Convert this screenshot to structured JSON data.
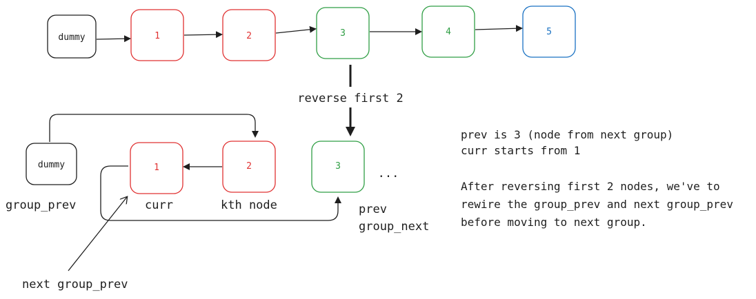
{
  "top_row": {
    "dummy": "dummy",
    "n1": "1",
    "n2": "2",
    "n3": "3",
    "n4": "4",
    "n5": "5"
  },
  "step_label": "reverse first 2",
  "bottom_row": {
    "dummy": "dummy",
    "n1": "1",
    "n2": "2",
    "n3": "3",
    "ellipsis": "..."
  },
  "labels": {
    "group_prev": "group_prev",
    "curr": "curr",
    "kth_node": "kth node",
    "prev": "prev",
    "group_next": "group_next",
    "next_group_prev": "next group_prev"
  },
  "notes": {
    "line1": "prev is 3 (node from next group)",
    "line2": "curr starts from 1",
    "line3": "After reversing first 2 nodes, we've to",
    "line4": "rewire the group_prev and next group_prev",
    "line5": "before moving to next group."
  },
  "colors": {
    "dark": "#1e1e1e",
    "red": "#e03131",
    "green": "#2f9e44",
    "blue": "#1971c2"
  }
}
